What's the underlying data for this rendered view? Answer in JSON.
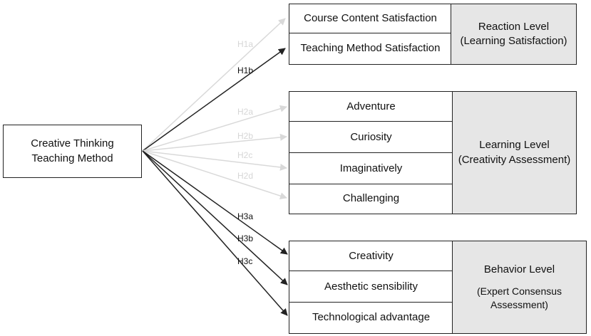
{
  "source": {
    "line1": "Creative Thinking",
    "line2": "Teaching Method"
  },
  "reaction": {
    "items": [
      "Course Content Satisfaction",
      "Teaching Method Satisfaction"
    ],
    "level_title": "Reaction Level",
    "level_sub": "(Learning Satisfaction)"
  },
  "learning": {
    "items": [
      "Adventure",
      "Curiosity",
      "Imaginatively",
      "Challenging"
    ],
    "level_title": "Learning Level",
    "level_sub": "(Creativity Assessment)"
  },
  "behavior": {
    "items": [
      "Creativity",
      "Aesthetic sensibility",
      "Technological advantage"
    ],
    "level_title": "Behavior Level",
    "level_sub1": "(Expert Consensus",
    "level_sub2": "Assessment)"
  },
  "hypotheses": {
    "h1a": "H1a",
    "h1b": "H1b",
    "h2a": "H2a",
    "h2b": "H2b",
    "h2c": "H2c",
    "h2d": "H2d",
    "h3a": "H3a",
    "h3b": "H3b",
    "h3c": "H3c"
  },
  "colors": {
    "active_arrow": "#222222",
    "faint_arrow": "#d9d9d9",
    "level_fill": "#e6e6e6"
  }
}
